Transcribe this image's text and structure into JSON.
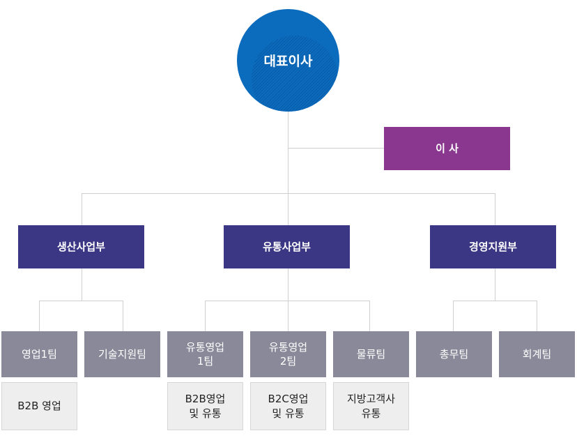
{
  "ceo": {
    "label": "대표이사",
    "color": "#0b6bbd"
  },
  "director": {
    "label": "이 사",
    "color": "#8a378f"
  },
  "departments": [
    {
      "label": "생산사업부"
    },
    {
      "label": "유통사업부"
    },
    {
      "label": "경영지원부"
    }
  ],
  "teams": [
    {
      "label": "영업1팀",
      "duty": "B2B 영업"
    },
    {
      "label": "기술지원팀",
      "duty": null
    },
    {
      "label": "유통영업\n1팀",
      "duty": "B2B영업\n및 유통"
    },
    {
      "label": "유통영업\n2팀",
      "duty": "B2C영업\n및 유통"
    },
    {
      "label": "물류팀",
      "duty": "지방고객사\n유통"
    },
    {
      "label": "총무팀",
      "duty": null
    },
    {
      "label": "회계팀",
      "duty": null
    }
  ],
  "colors": {
    "department": "#3b3785",
    "team": "#8a8999",
    "duty": "#eeeeee",
    "connector": "#cfcfcf"
  }
}
